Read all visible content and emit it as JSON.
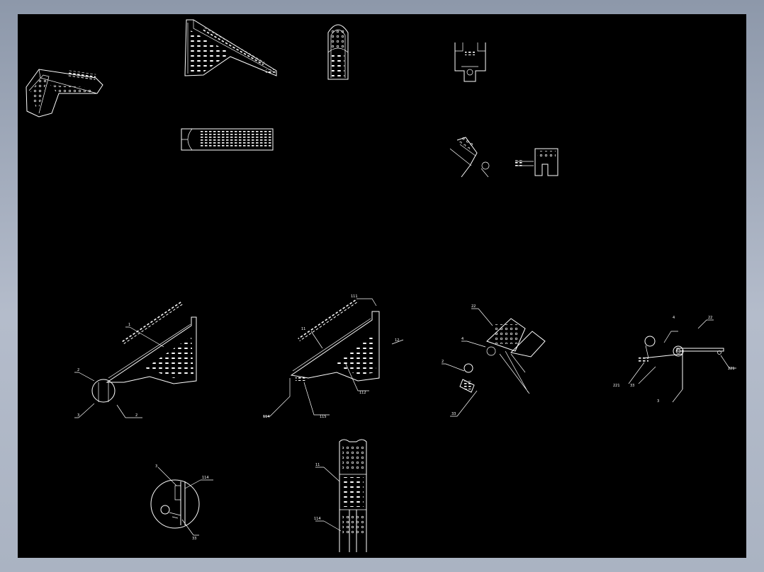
{
  "sheet": {
    "background": "#000000",
    "line_color": "#ffffff",
    "frame_gradient": [
      "#8d98aa",
      "#b4bccb"
    ]
  },
  "callouts": {
    "a1_top": "1",
    "a1_left": "2",
    "a1_bottom": "3",
    "a1_right": "2",
    "a2_top": "111",
    "a2_upper": "11",
    "a2_right": "12",
    "a2_mid": "112",
    "a2_bottom_left": "114",
    "a2_bottom_mid": "115",
    "a3_top": "22",
    "a3_mid": "4",
    "a3_left": "2",
    "a3_bottom": "33",
    "a4_top_a": "4",
    "a4_top_b": "22",
    "a4_right": "221",
    "a4_left_a": "221",
    "a4_left_b": "33",
    "a4_bottom": "3",
    "d1_top": "3",
    "d1_right": "114",
    "d1_bottom": "33",
    "v1_upper": "11",
    "v1_lower": "114"
  }
}
